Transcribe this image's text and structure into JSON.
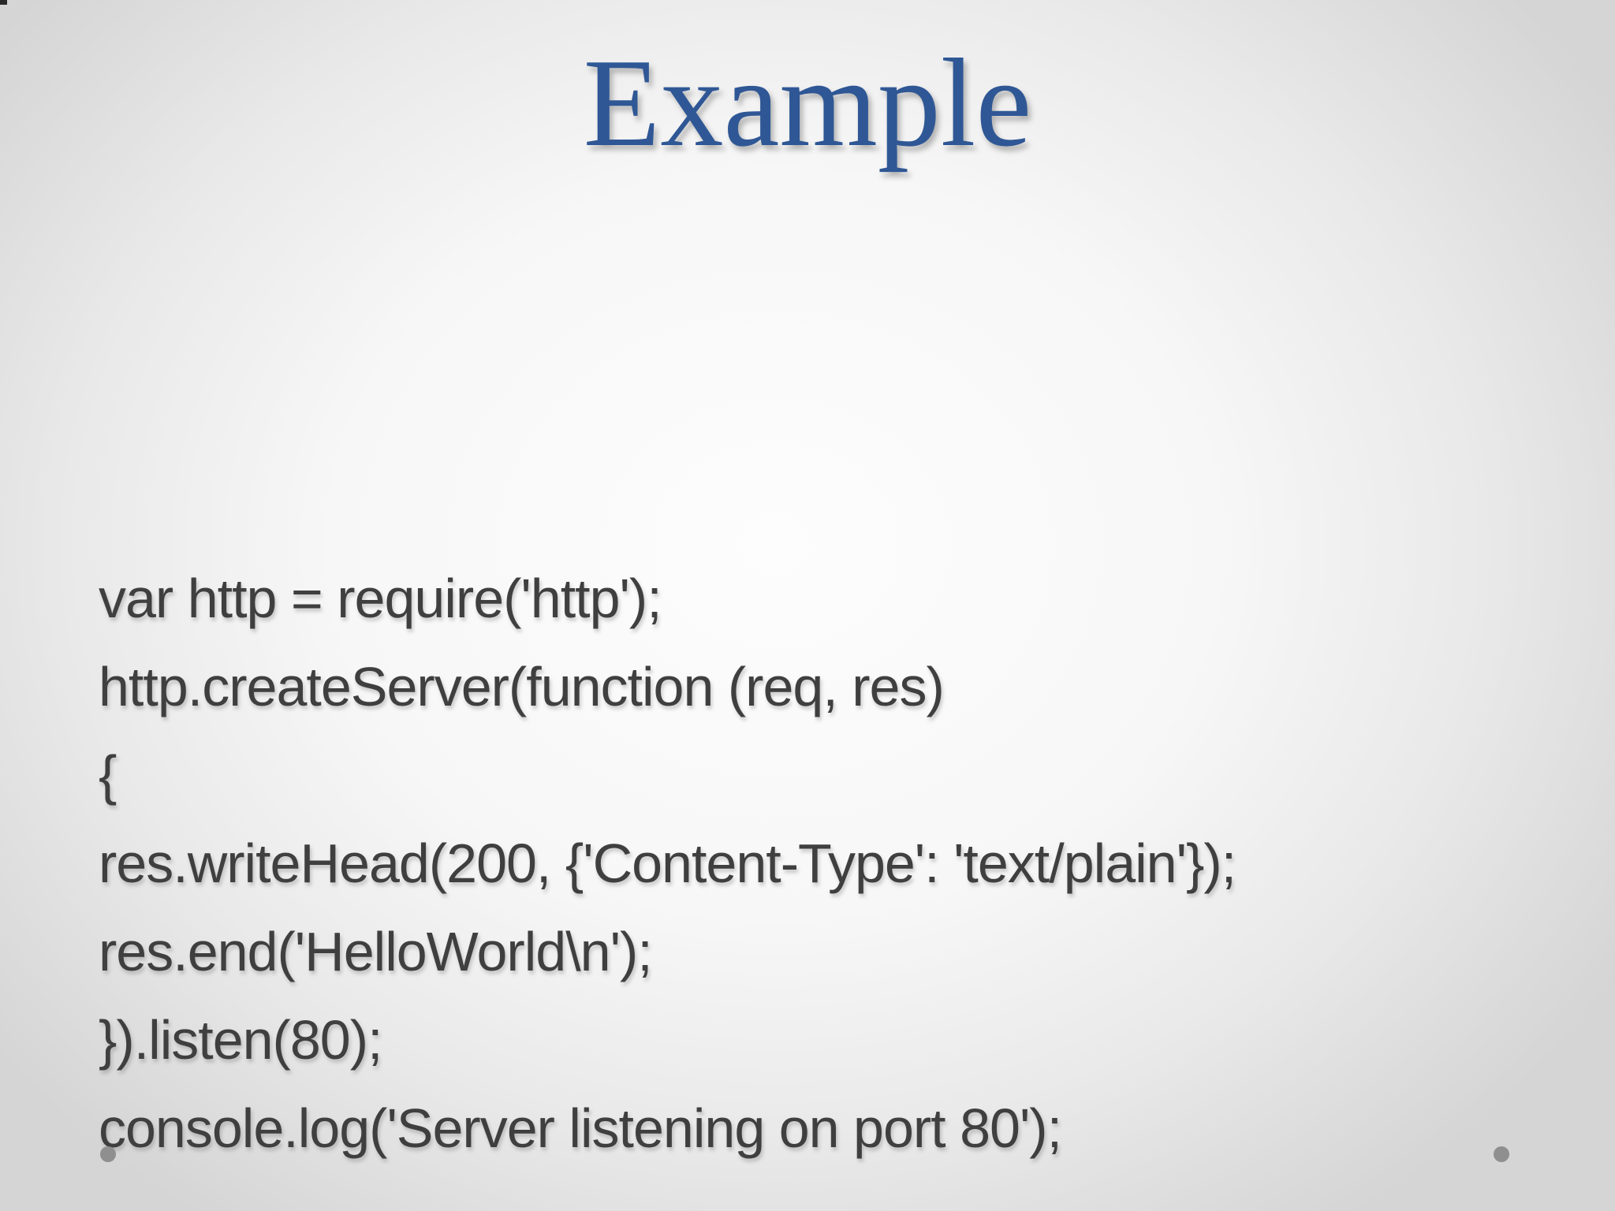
{
  "slide": {
    "title": "Example",
    "code_lines": [
      "var http = require('http');",
      "http.createServer(function (req, res)",
      "{",
      "res.writeHead(200, {'Content-Type': 'text/plain'});",
      "res.end('HelloWorld\\n');",
      "}).listen(80);",
      "console.log('Server listening on port 80');"
    ],
    "colors": {
      "title": "#2f5795",
      "body_text": "#3f3f3f",
      "dot": "#8f8f8f",
      "background_center": "#fdfdfd",
      "background_edge": "#d5d5d5"
    }
  }
}
